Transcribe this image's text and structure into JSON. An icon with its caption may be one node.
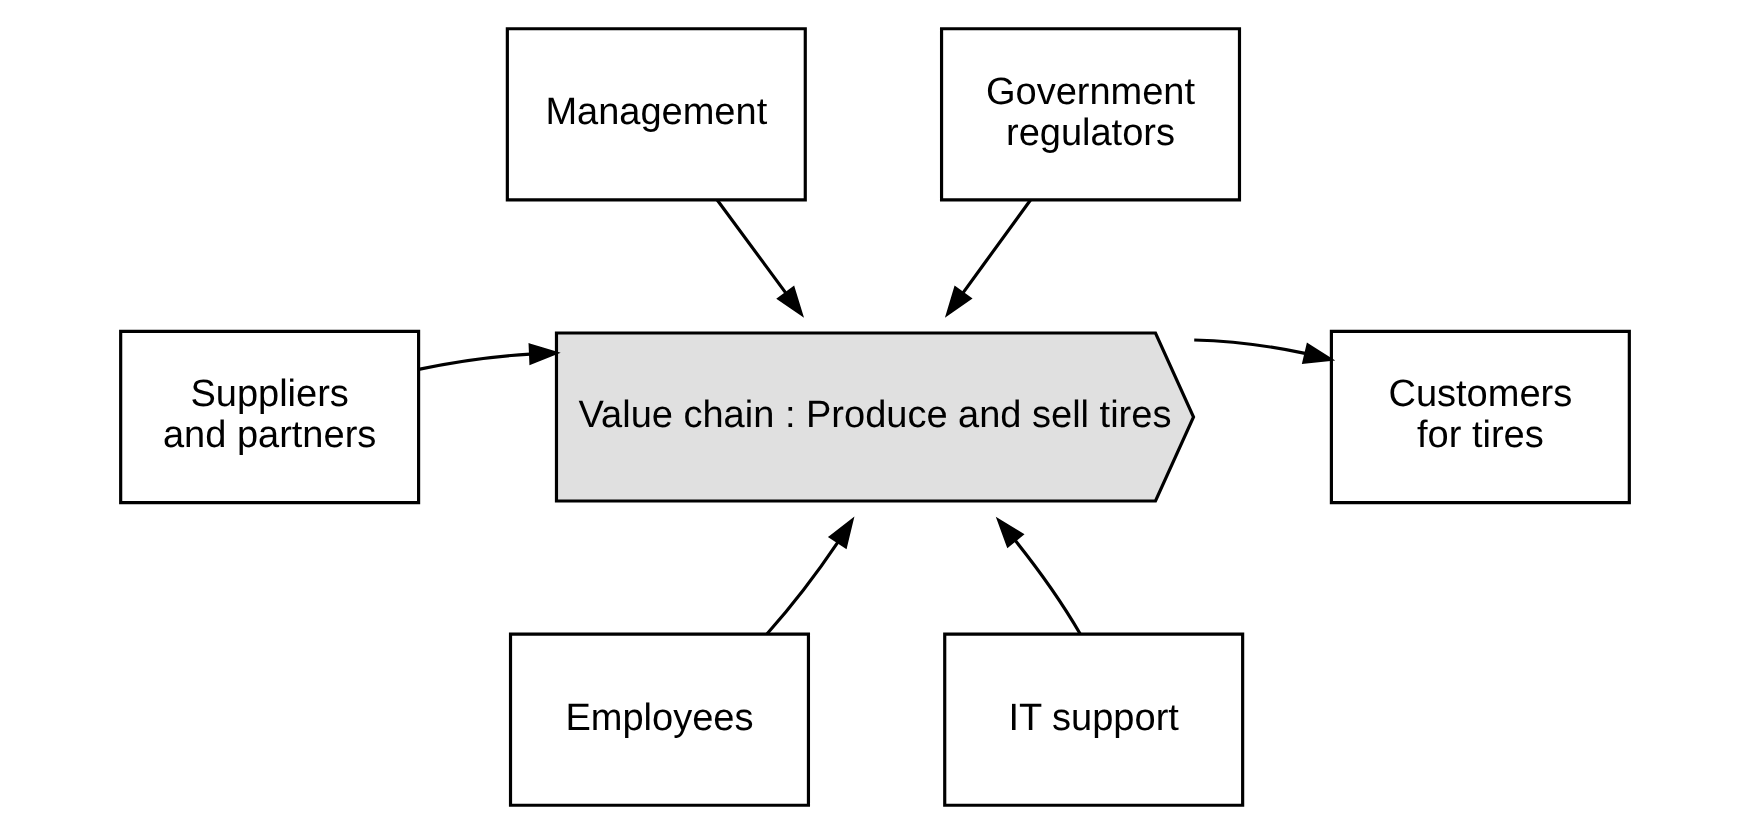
{
  "diagram": {
    "nodes": [
      {
        "text": [
          "Management"
        ]
      },
      {
        "text": [
          "Government regulators"
        ]
      },
      {
        "text": [
          "Suppliers and partners"
        ]
      },
      {
        "text": [
          "Value chain : Produce and sell tires"
        ]
      },
      {
        "text": [
          "Customers for tires"
        ]
      },
      {
        "text": [
          "Employees"
        ]
      },
      {
        "text": [
          "IT support"
        ]
      }
    ],
    "edges": [
      {
        "from": 0,
        "to": 3,
        "arrow": "to"
      },
      {
        "from": 1,
        "to": 3,
        "arrow": "to"
      },
      {
        "from": 2,
        "to": 3,
        "arrow": "to"
      },
      {
        "from": 3,
        "to": 4,
        "arrow": "to"
      },
      {
        "from": 5,
        "to": 3,
        "arrow": "to"
      },
      {
        "from": 6,
        "to": 3,
        "arrow": "to"
      }
    ]
  }
}
